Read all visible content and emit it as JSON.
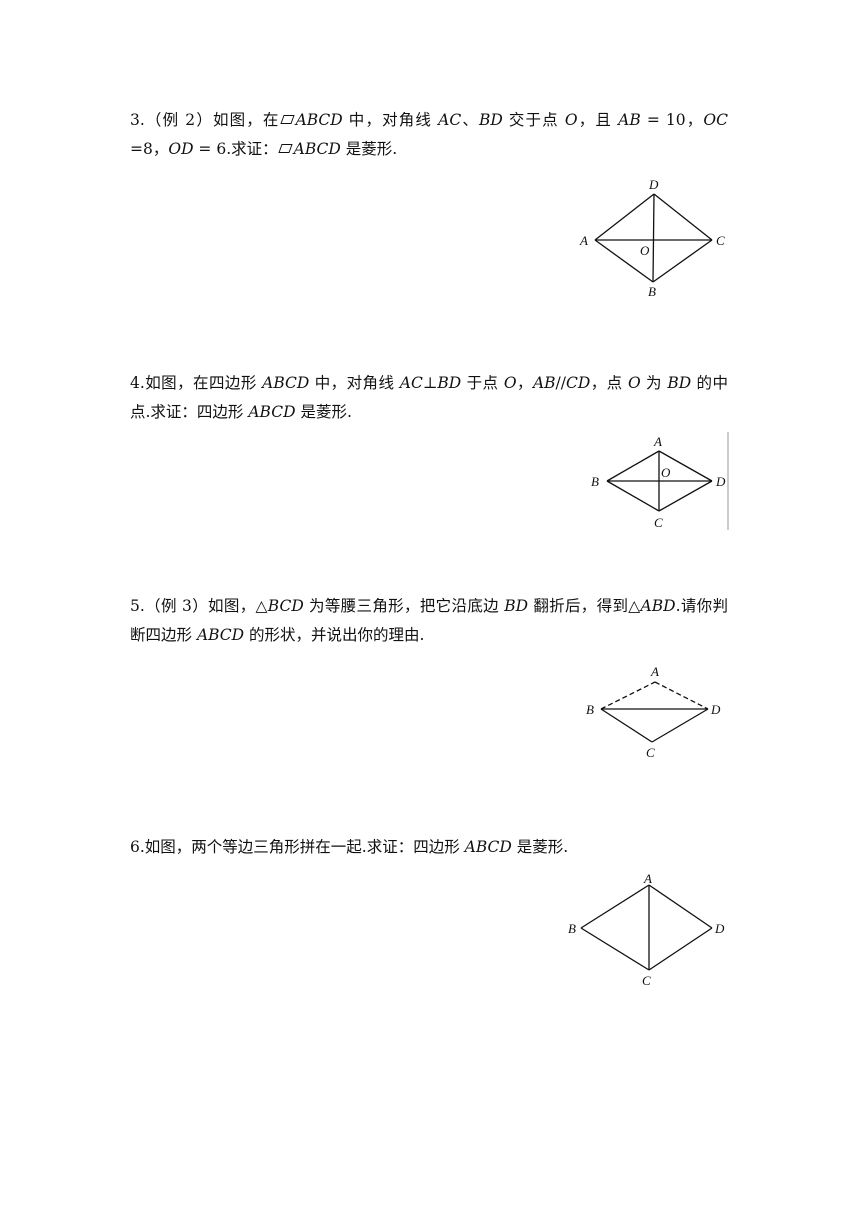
{
  "problems": [
    {
      "id": "p3",
      "number": "3.",
      "segments": [
        {
          "t": "3.（例 2）如图，在",
          "i": false
        },
        {
          "t": "ABCD",
          "i": true,
          "pre_sym": true
        },
        {
          "t": " 中，对角线 ",
          "i": false
        },
        {
          "t": "AC",
          "i": true
        },
        {
          "t": "、",
          "i": false
        },
        {
          "t": "BD",
          "i": true
        },
        {
          "t": " 交于点 ",
          "i": false
        },
        {
          "t": "O",
          "i": true
        },
        {
          "t": "，且 ",
          "i": false
        },
        {
          "t": "AB",
          "i": true
        },
        {
          "t": " = 10，",
          "i": false
        },
        {
          "t": "OC",
          "i": true
        },
        {
          "t": " =8，",
          "i": false
        },
        {
          "t": "OD",
          "i": true
        },
        {
          "t": " = 6.求证：",
          "i": false
        },
        {
          "t": "ABCD",
          "i": true,
          "pre_sym": true
        },
        {
          "t": " 是菱形.",
          "i": false
        }
      ],
      "figure_labels": {
        "A": "A",
        "B": "B",
        "C": "C",
        "D": "D",
        "O": "O"
      }
    },
    {
      "id": "p4",
      "segments": [
        {
          "t": "4.如图，在四边形 ",
          "i": false
        },
        {
          "t": "ABCD",
          "i": true
        },
        {
          "t": " 中，对角线 ",
          "i": false
        },
        {
          "t": "AC",
          "i": true
        },
        {
          "t": "⊥",
          "i": false
        },
        {
          "t": "BD",
          "i": true
        },
        {
          "t": " 于点 ",
          "i": false
        },
        {
          "t": "O",
          "i": true
        },
        {
          "t": "，",
          "i": false
        },
        {
          "t": "AB",
          "i": true
        },
        {
          "t": "//",
          "i": false
        },
        {
          "t": "CD",
          "i": true
        },
        {
          "t": "，点 ",
          "i": false
        },
        {
          "t": "O",
          "i": true
        },
        {
          "t": " 为 ",
          "i": false
        },
        {
          "t": "BD",
          "i": true
        },
        {
          "t": " 的中点.求证：四边形 ",
          "i": false
        },
        {
          "t": "ABCD",
          "i": true
        },
        {
          "t": " 是菱形.",
          "i": false
        }
      ],
      "figure_labels": {
        "A": "A",
        "B": "B",
        "C": "C",
        "D": "D",
        "O": "O"
      }
    },
    {
      "id": "p5",
      "segments": [
        {
          "t": "5.（例 3）如图，△",
          "i": false
        },
        {
          "t": "BCD",
          "i": true
        },
        {
          "t": " 为等腰三角形，把它沿底边 ",
          "i": false
        },
        {
          "t": "BD",
          "i": true
        },
        {
          "t": " 翻折后，得到△",
          "i": false
        },
        {
          "t": "ABD",
          "i": true
        },
        {
          "t": ".请你判断四边形 ",
          "i": false
        },
        {
          "t": "ABCD",
          "i": true
        },
        {
          "t": " 的形状，并说出你的理由.",
          "i": false
        }
      ],
      "figure_labels": {
        "A": "A",
        "B": "B",
        "C": "C",
        "D": "D"
      }
    },
    {
      "id": "p6",
      "segments": [
        {
          "t": "6.如图，两个等边三角形拼在一起.求证：四边形 ",
          "i": false
        },
        {
          "t": "ABCD",
          "i": true
        },
        {
          "t": " 是菱形.",
          "i": false
        }
      ],
      "figure_labels": {
        "A": "A",
        "B": "B",
        "C": "C",
        "D": "D"
      }
    }
  ]
}
